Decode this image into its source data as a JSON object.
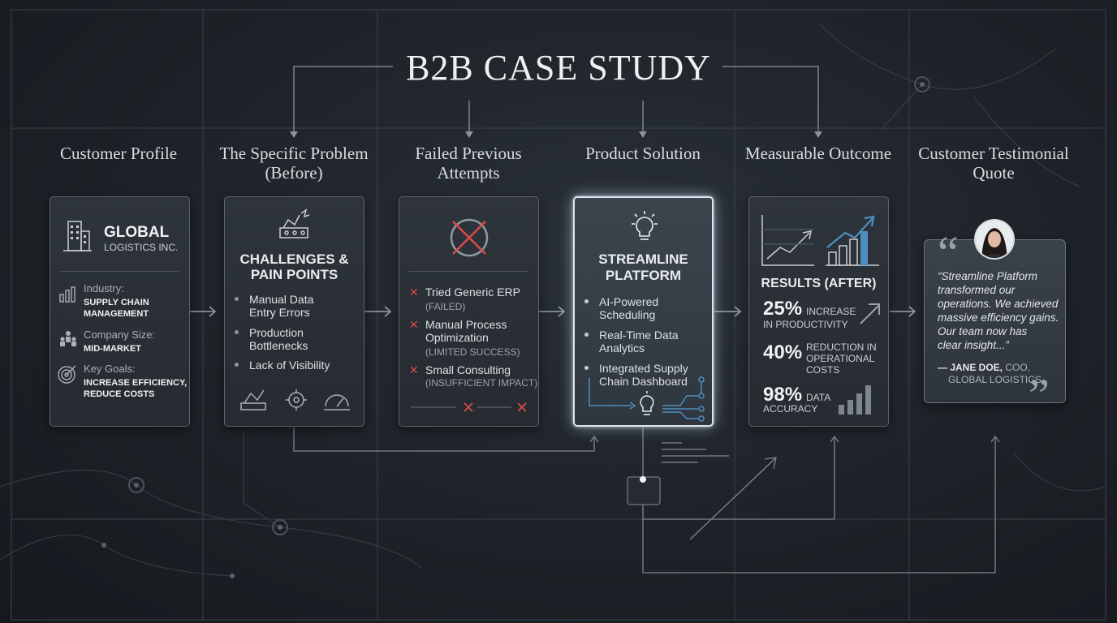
{
  "title": "B2B CASE STUDY",
  "columns": [
    "Customer Profile",
    "The Specific Problem (Before)",
    "Failed Previous Attempts",
    "Product Solution",
    "Measurable Outcome",
    "Customer Testimonial Quote"
  ],
  "profile": {
    "company_bold": "GLOBAL",
    "company_rest": "LOGISTICS INC.",
    "industry_label": "Industry:",
    "industry_value_1": "SUPPLY CHAIN",
    "industry_value_2": "MANAGEMENT",
    "size_label": "Company Size:",
    "size_value": "MID-MARKET",
    "goals_label": "Key Goals:",
    "goals_value_1": "INCREASE EFFICIENCY,",
    "goals_value_2": "REDUCE COSTS"
  },
  "problem": {
    "heading_1": "CHALLENGES &",
    "heading_2": "PAIN POINTS",
    "items": [
      [
        "Manual Data",
        "Entry Errors"
      ],
      [
        "Production",
        "Bottlenecks"
      ],
      [
        "Lack of Visibility",
        ""
      ]
    ]
  },
  "failed": {
    "items": [
      {
        "name": "Tried Generic ERP",
        "name2": "",
        "status": "(FAILED)"
      },
      {
        "name": "Manual Process",
        "name2": "Optimization",
        "status": "(LIMITED SUCCESS)"
      },
      {
        "name": "Small Consulting",
        "name2": "",
        "status": "(INSUFFICIENT IMPACT)"
      }
    ]
  },
  "solution": {
    "heading_1": "STREAMLINE",
    "heading_2": "PLATFORM",
    "items": [
      [
        "AI-Powered",
        "Scheduling"
      ],
      [
        "Real-Time Data",
        "Analytics"
      ],
      [
        "Integrated Supply",
        "Chain Dashboard"
      ]
    ]
  },
  "outcome": {
    "heading": "RESULTS (AFTER)",
    "metrics": [
      {
        "value": "25%",
        "label_1": "INCREASE",
        "label_2": "IN PRODUCTIVITY",
        "label_3": ""
      },
      {
        "value": "40%",
        "label_1": "REDUCTION IN",
        "label_2": "OPERATIONAL",
        "label_3": "COSTS"
      },
      {
        "value": "98%",
        "label_1": "DATA",
        "label_2": "ACCURACY",
        "label_3": ""
      }
    ]
  },
  "testimonial": {
    "lines": [
      "“Streamline Platform",
      "transformed our",
      "operations. We achieved",
      "massive efficiency gains.",
      "Our team now has",
      "clear insight...”"
    ],
    "author_name": "— JANE DOE,",
    "author_role": "COO,",
    "author_company": "GLOBAL LOGISTICS"
  },
  "colors": {
    "accent_red": "#d94b4b",
    "accent_blue": "#4f8fbf",
    "glow": "#d9e6ef"
  }
}
